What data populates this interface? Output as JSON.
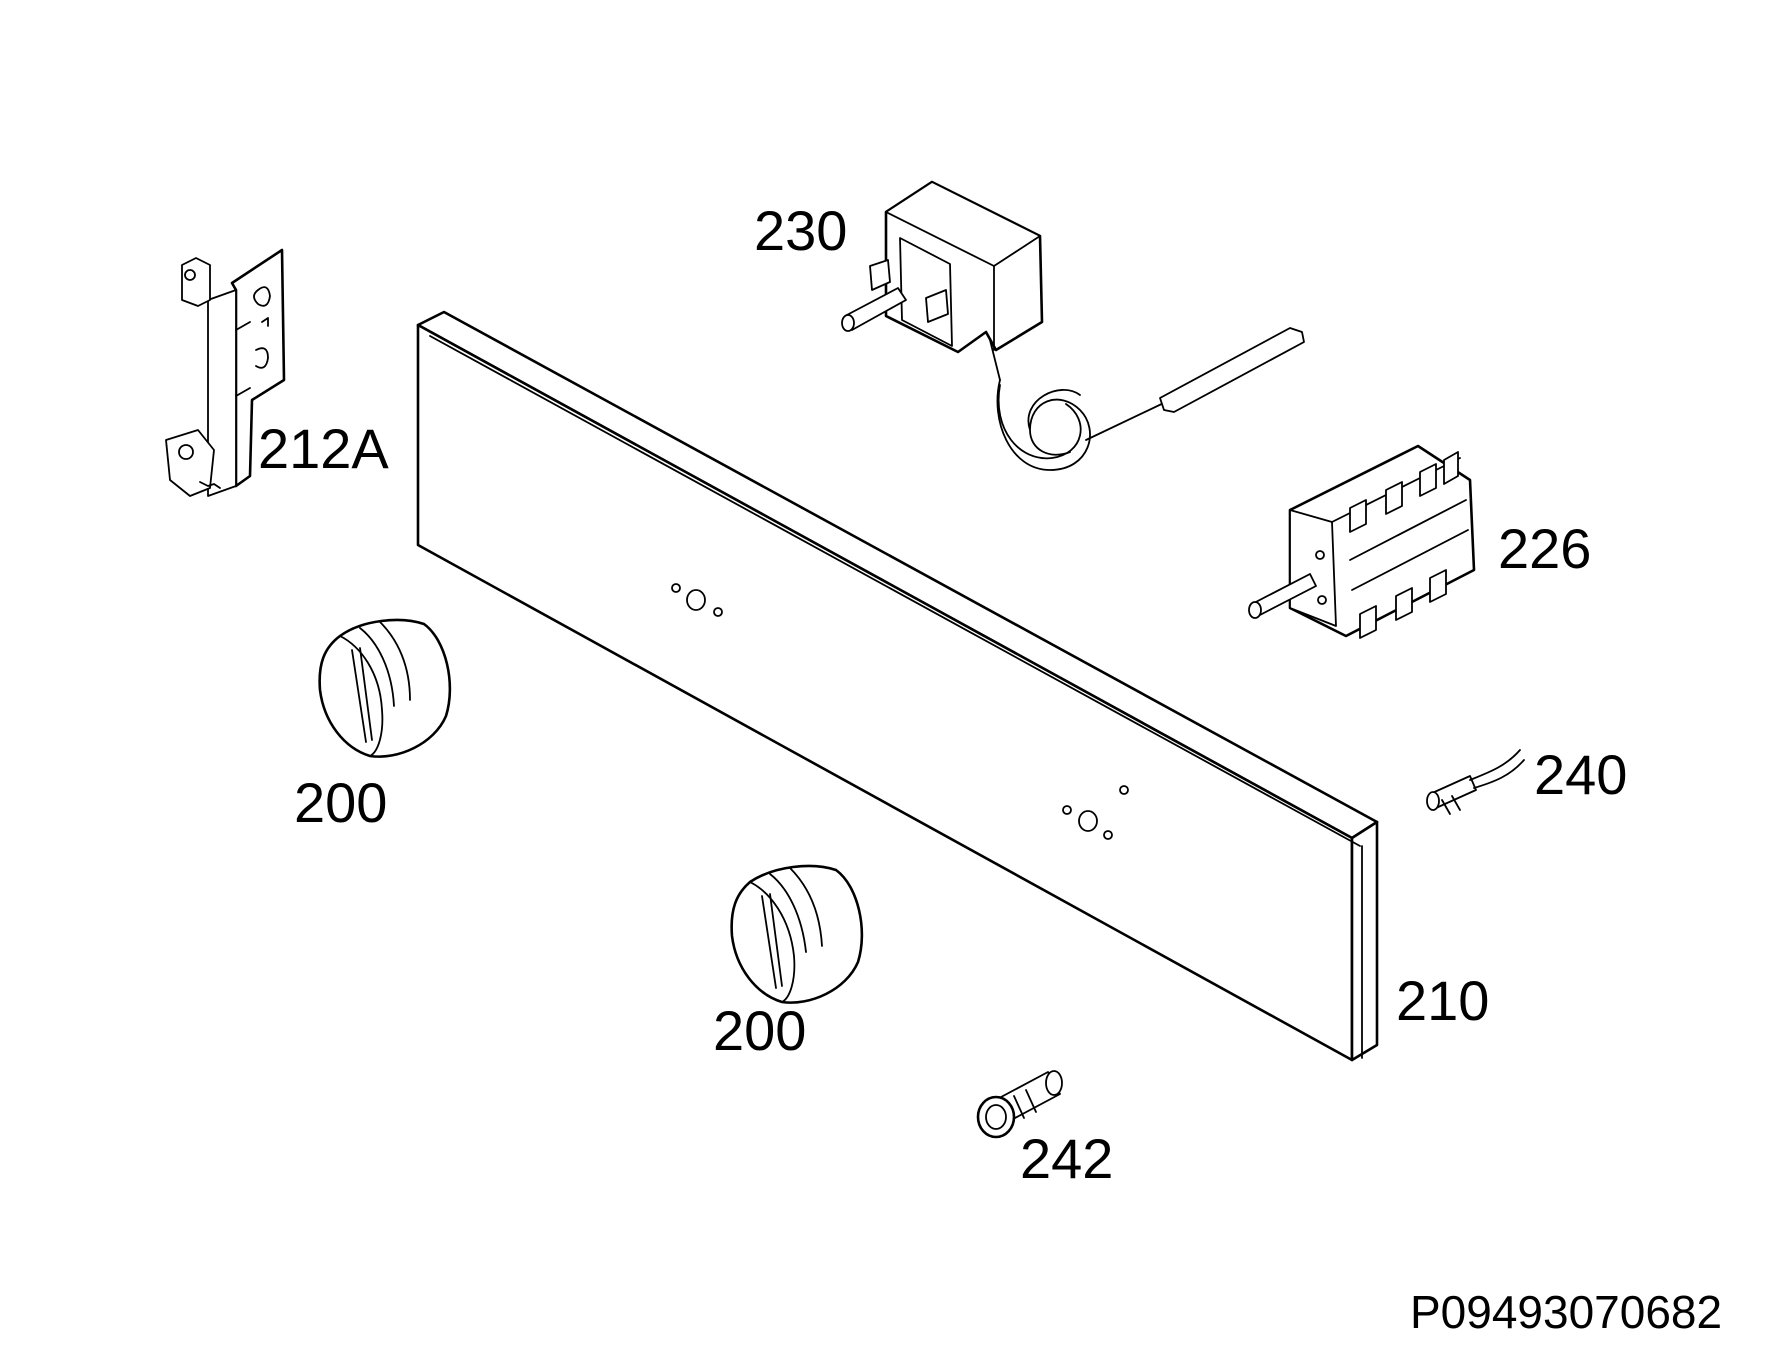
{
  "labels": {
    "bracket": "212A",
    "thermostat": "230",
    "selector_switch": "226",
    "knob_left": "200",
    "knob_right": "200",
    "control_panel": "210",
    "indicator_lamp": "240",
    "push_button": "242"
  },
  "drawing_code": "P09493070682",
  "colors": {
    "line": "#000000",
    "background": "#ffffff"
  }
}
